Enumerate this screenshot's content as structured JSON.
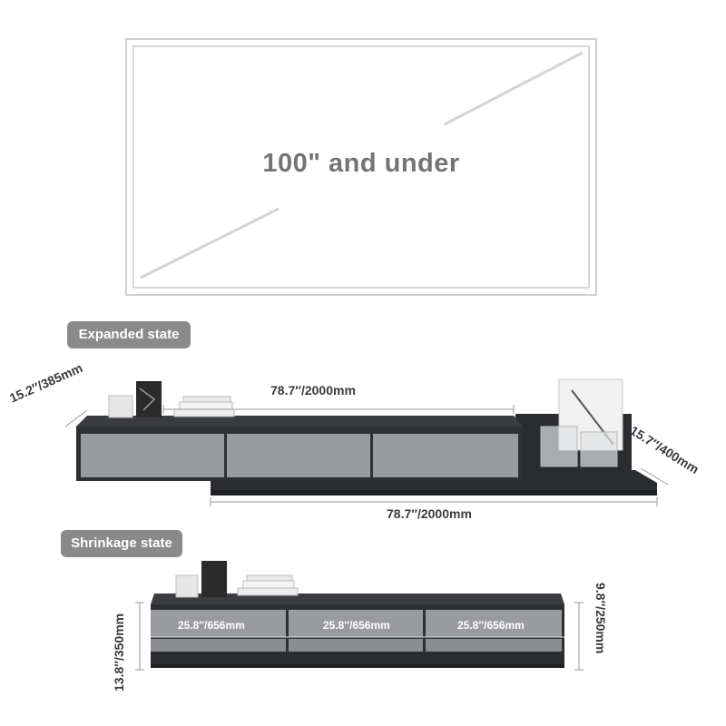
{
  "tv": {
    "caption": "100\"  and  under"
  },
  "states": {
    "expanded": "Expanded state",
    "shrinkage": "Shrinkage state"
  },
  "dimensions": {
    "expanded_top_width": "78.7′′/2000mm",
    "expanded_bottom_width": "78.7′′/2000mm",
    "expanded_left_depth": "15.2′′/385mm",
    "expanded_right_depth": "15.7′′/400mm",
    "shrink_height_left": "13.8′′/350mm",
    "shrink_height_right": "9.8′′/250mm",
    "drawer_1": "25.8′′/656mm",
    "drawer_2": "25.8′′/656mm",
    "drawer_3": "25.8′′/656mm"
  },
  "colors": {
    "cabinet_dark": "#2e3033",
    "drawer_gray": "#9a9b9e",
    "pill_gray": "#8a8a8a",
    "frame_gray": "#d0d0d0"
  }
}
